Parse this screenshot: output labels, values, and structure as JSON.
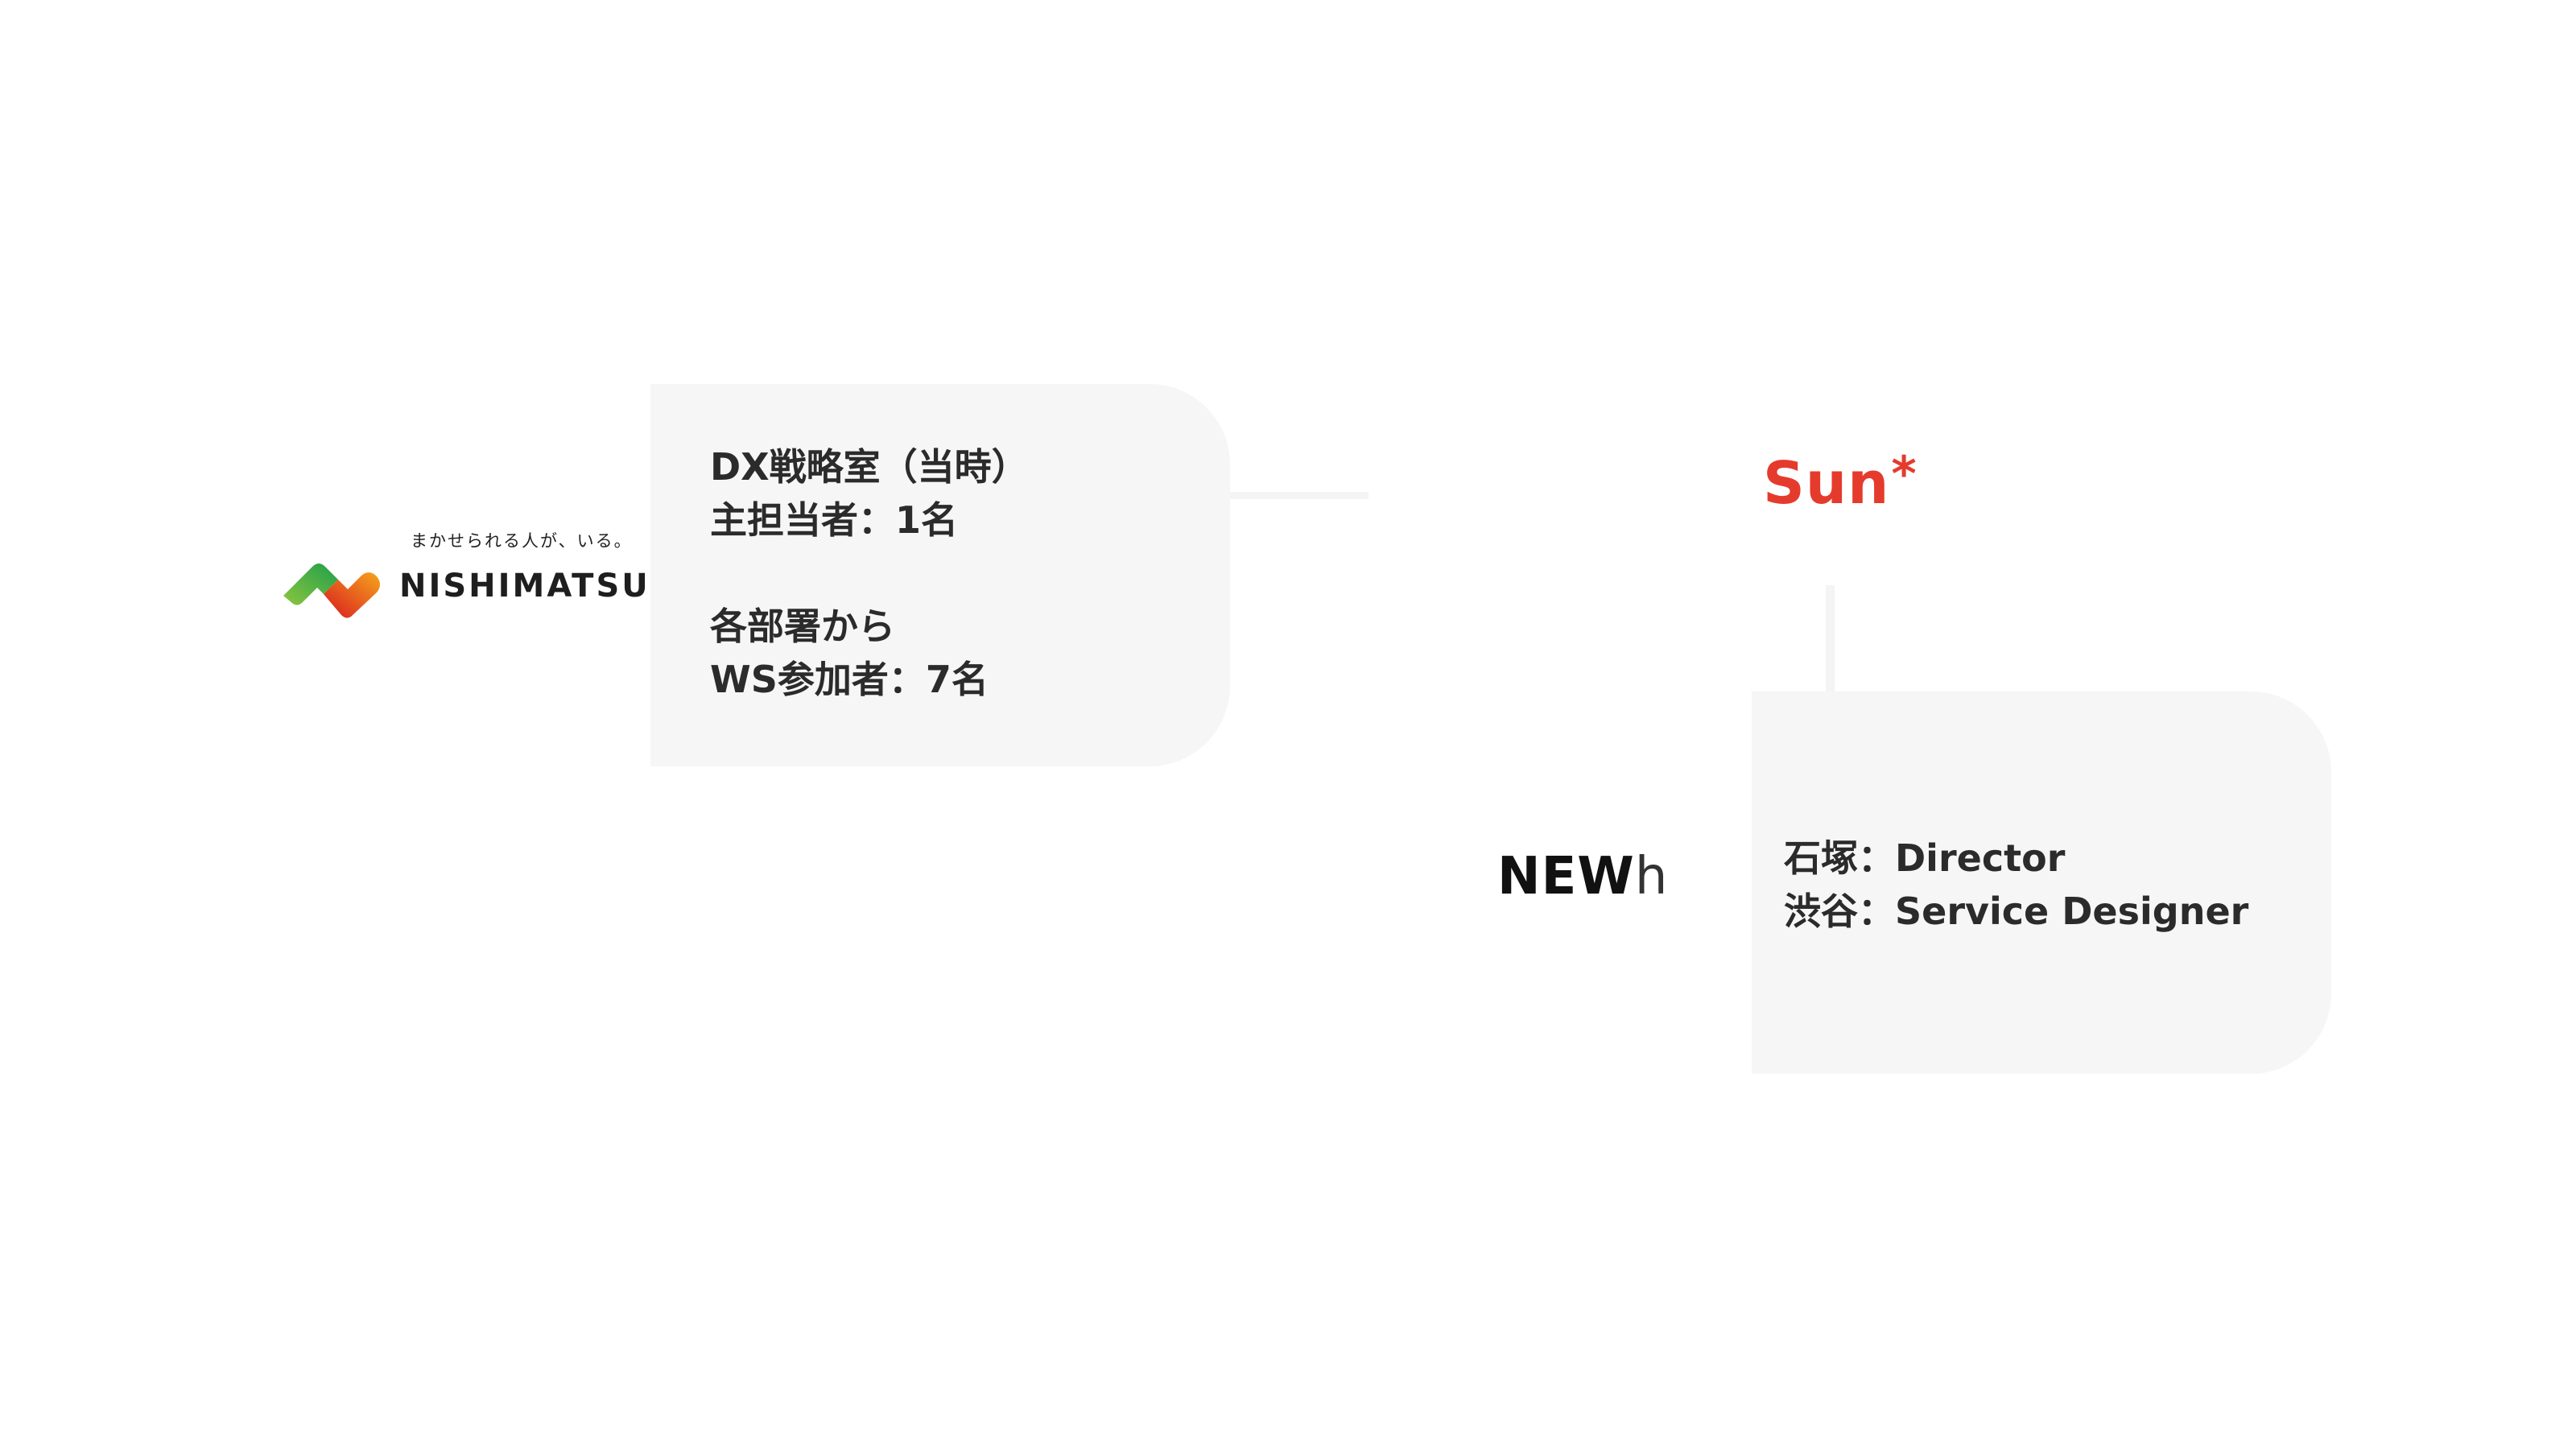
{
  "client": {
    "logo": {
      "tagline": "まかせられる人が、いる。",
      "wordmark": "NISHIMATSU"
    },
    "card": {
      "lines_group_1": [
        "DX戦略室（当時）",
        "主担当者：1名"
      ],
      "lines_group_2": [
        "各部署から",
        "WS参加者：7名"
      ]
    }
  },
  "vendor": {
    "logo": {
      "text": "Sun",
      "star": "*",
      "color": "#e53b2c"
    }
  },
  "team": {
    "logo": {
      "bold_text": "NEW",
      "light_text": "h"
    },
    "card": {
      "lines": [
        "石塚：Director",
        "渋谷：Service Designer"
      ]
    }
  },
  "colors": {
    "card_background": "#f6f6f6",
    "connector": "#f4f4f4",
    "text": "#2b2b2b",
    "sun_red": "#e53b2c"
  }
}
